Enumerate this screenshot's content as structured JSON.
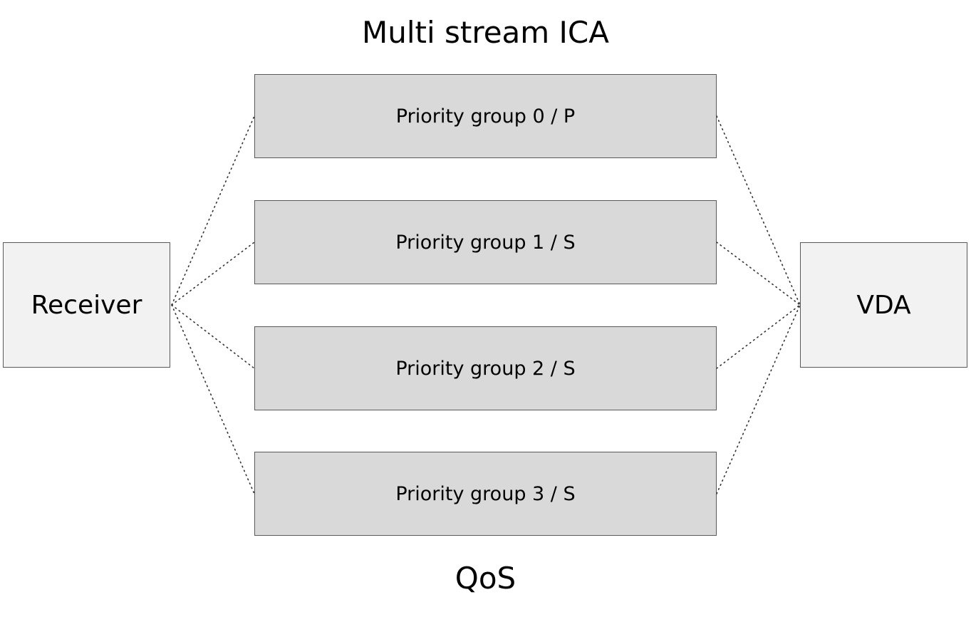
{
  "diagram": {
    "title": "Multi stream ICA",
    "footer": "QoS",
    "left_node": {
      "label": "Receiver"
    },
    "right_node": {
      "label": "VDA"
    },
    "groups": [
      {
        "label": "Priority group 0 / P"
      },
      {
        "label": "Priority group 1 / S"
      },
      {
        "label": "Priority group 2 / S"
      },
      {
        "label": "Priority group 3 / S"
      }
    ],
    "colors": {
      "endpoint_fill": "#f2f2f2",
      "group_fill": "#d9d9d9",
      "border": "#595959",
      "connector": "#333333"
    }
  }
}
